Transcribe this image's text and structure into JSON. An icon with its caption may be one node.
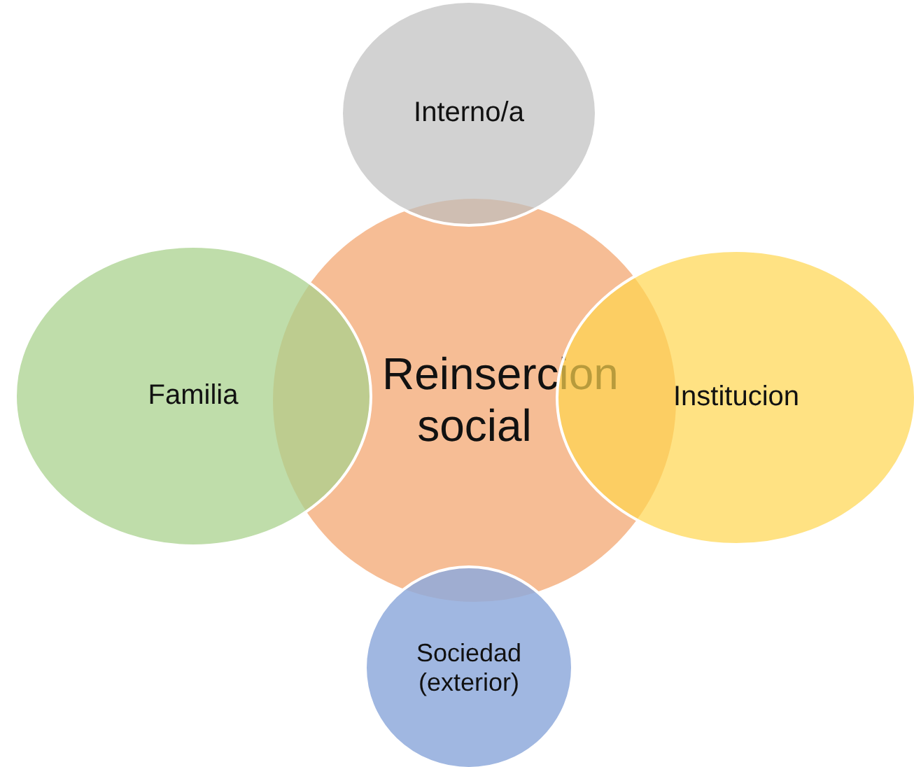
{
  "diagram": {
    "nodes": [
      {
        "text": [
          "Reinsercion social"
        ]
      },
      {
        "text": [
          "Interno/a"
        ]
      },
      {
        "text": [
          "Familia"
        ]
      },
      {
        "text": [
          "Institucion"
        ]
      },
      {
        "text": [
          "Sociedad (exterior)"
        ]
      }
    ]
  }
}
